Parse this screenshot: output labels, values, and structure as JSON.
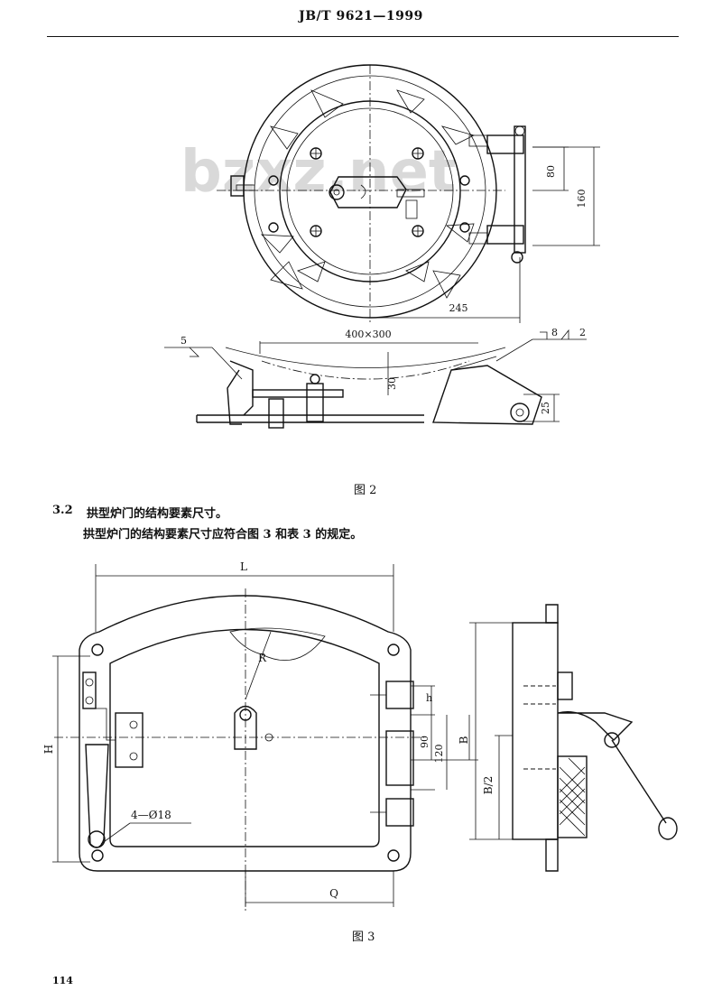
{
  "header": {
    "standard_number": "JB/T 9621—1999"
  },
  "figure2": {
    "caption": "图 2",
    "dims": {
      "d80": "80",
      "d160": "160",
      "d245": "245",
      "opening": "400×300",
      "d30": "30",
      "d25": "25"
    },
    "weld": {
      "left": "5",
      "right_a": "8",
      "right_b": "2"
    }
  },
  "section": {
    "number": "3.2",
    "heading": "拱型炉门的结构要素尺寸。",
    "body": "拱型炉门的结构要素尺寸应符合图 3 和表 3 的规定。"
  },
  "figure3": {
    "caption": "图 3",
    "dims": {
      "L": "L",
      "H": "H",
      "R": "R",
      "h": "h",
      "d90": "90",
      "d120": "120",
      "B": "B",
      "B2": "B/2",
      "holes": "4—Ø18",
      "Q": "Q"
    }
  },
  "page": {
    "number": "114"
  },
  "watermark": "bzxz.net"
}
